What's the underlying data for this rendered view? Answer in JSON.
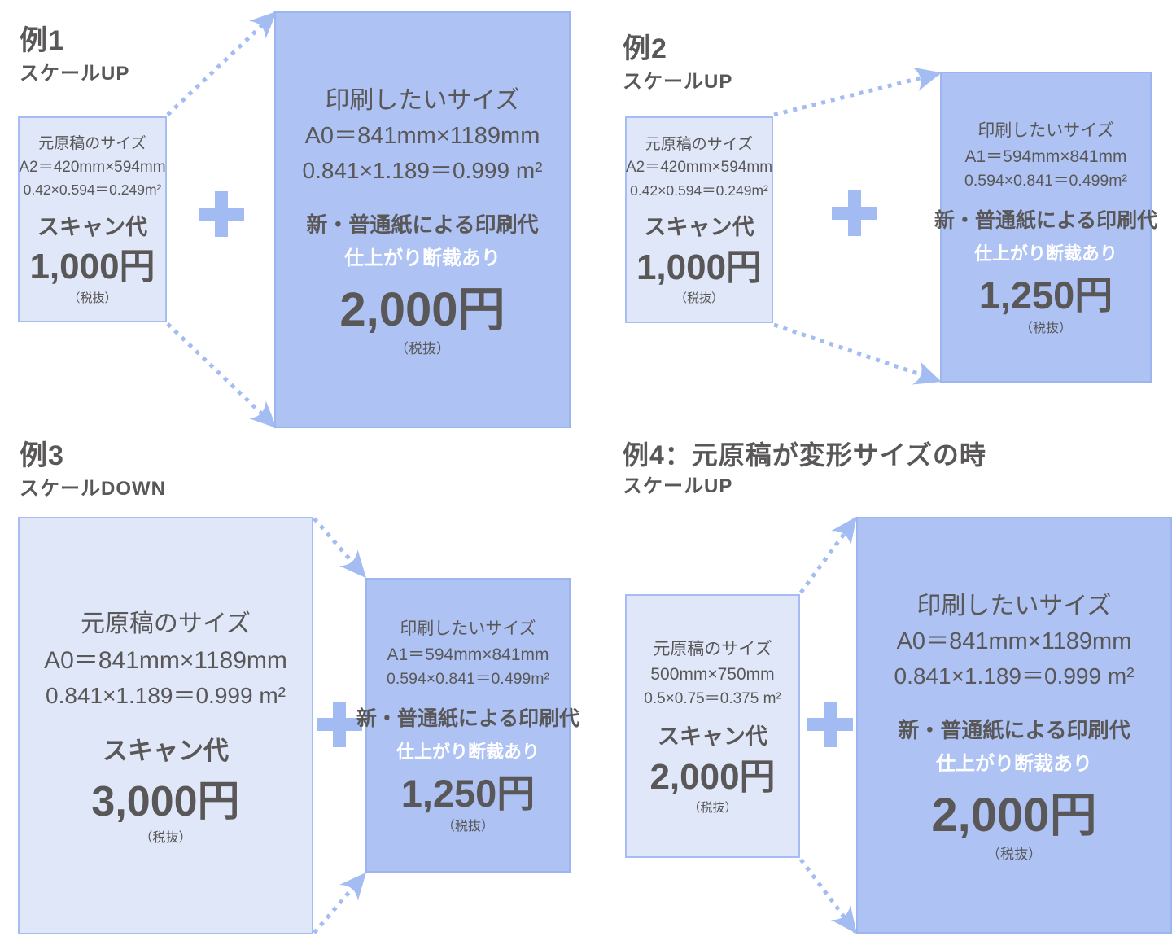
{
  "colors": {
    "source_box_fill": "#dfe7f9",
    "source_box_border": "#a5bdf2",
    "target_box_fill": "#aec3f4",
    "target_box_border": "#9cb5ee",
    "text": "#595757",
    "accent_blue": "#a2bbf3",
    "finish_label_text": "#ffffff"
  },
  "examples": [
    {
      "label": "例1",
      "scale": "スケールUP",
      "source": {
        "title": "元原稿のサイズ",
        "dimensions": "A2＝420mm×594mm",
        "area": "0.42×0.594＝0.249m²",
        "cost_label": "スキャン代",
        "price": "1,000円",
        "tax_note": "（税抜）"
      },
      "target": {
        "title": "印刷したいサイズ",
        "dimensions": "A0＝841mm×1189mm",
        "area": "0.841×1.189＝0.999 m²",
        "print_label": "新・普通紙による印刷代",
        "finish_label": "仕上がり断裁あり",
        "price": "2,000円",
        "tax_note": "（税抜）"
      }
    },
    {
      "label": "例2",
      "scale": "スケールUP",
      "source": {
        "title": "元原稿のサイズ",
        "dimensions": "A2＝420mm×594mm",
        "area": "0.42×0.594＝0.249m²",
        "cost_label": "スキャン代",
        "price": "1,000円",
        "tax_note": "（税抜）"
      },
      "target": {
        "title": "印刷したいサイズ",
        "dimensions": "A1＝594mm×841mm",
        "area": "0.594×0.841＝0.499m²",
        "print_label": "新・普通紙による印刷代",
        "finish_label": "仕上がり断裁あり",
        "price": "1,250円",
        "tax_note": "（税抜）"
      }
    },
    {
      "label": "例3",
      "scale": "スケールDOWN",
      "source": {
        "title": "元原稿のサイズ",
        "dimensions": "A0＝841mm×1189mm",
        "area": "0.841×1.189＝0.999 m²",
        "cost_label": "スキャン代",
        "price": "3,000円",
        "tax_note": "（税抜）"
      },
      "target": {
        "title": "印刷したいサイズ",
        "dimensions": "A1＝594mm×841mm",
        "area": "0.594×0.841＝0.499m²",
        "print_label": "新・普通紙による印刷代",
        "finish_label": "仕上がり断裁あり",
        "price": "1,250円",
        "tax_note": "（税抜）"
      }
    },
    {
      "label": "例4：元原稿が変形サイズの時",
      "scale": "スケールUP",
      "source": {
        "title": "元原稿のサイズ",
        "dimensions": "500mm×750mm",
        "area": "0.5×0.75＝0.375 m²",
        "cost_label": "スキャン代",
        "price": "2,000円",
        "tax_note": "（税抜）"
      },
      "target": {
        "title": "印刷したいサイズ",
        "dimensions": "A0＝841mm×1189mm",
        "area": "0.841×1.189＝0.999 m²",
        "print_label": "新・普通紙による印刷代",
        "finish_label": "仕上がり断裁あり",
        "price": "2,000円",
        "tax_note": "（税抜）"
      }
    }
  ]
}
